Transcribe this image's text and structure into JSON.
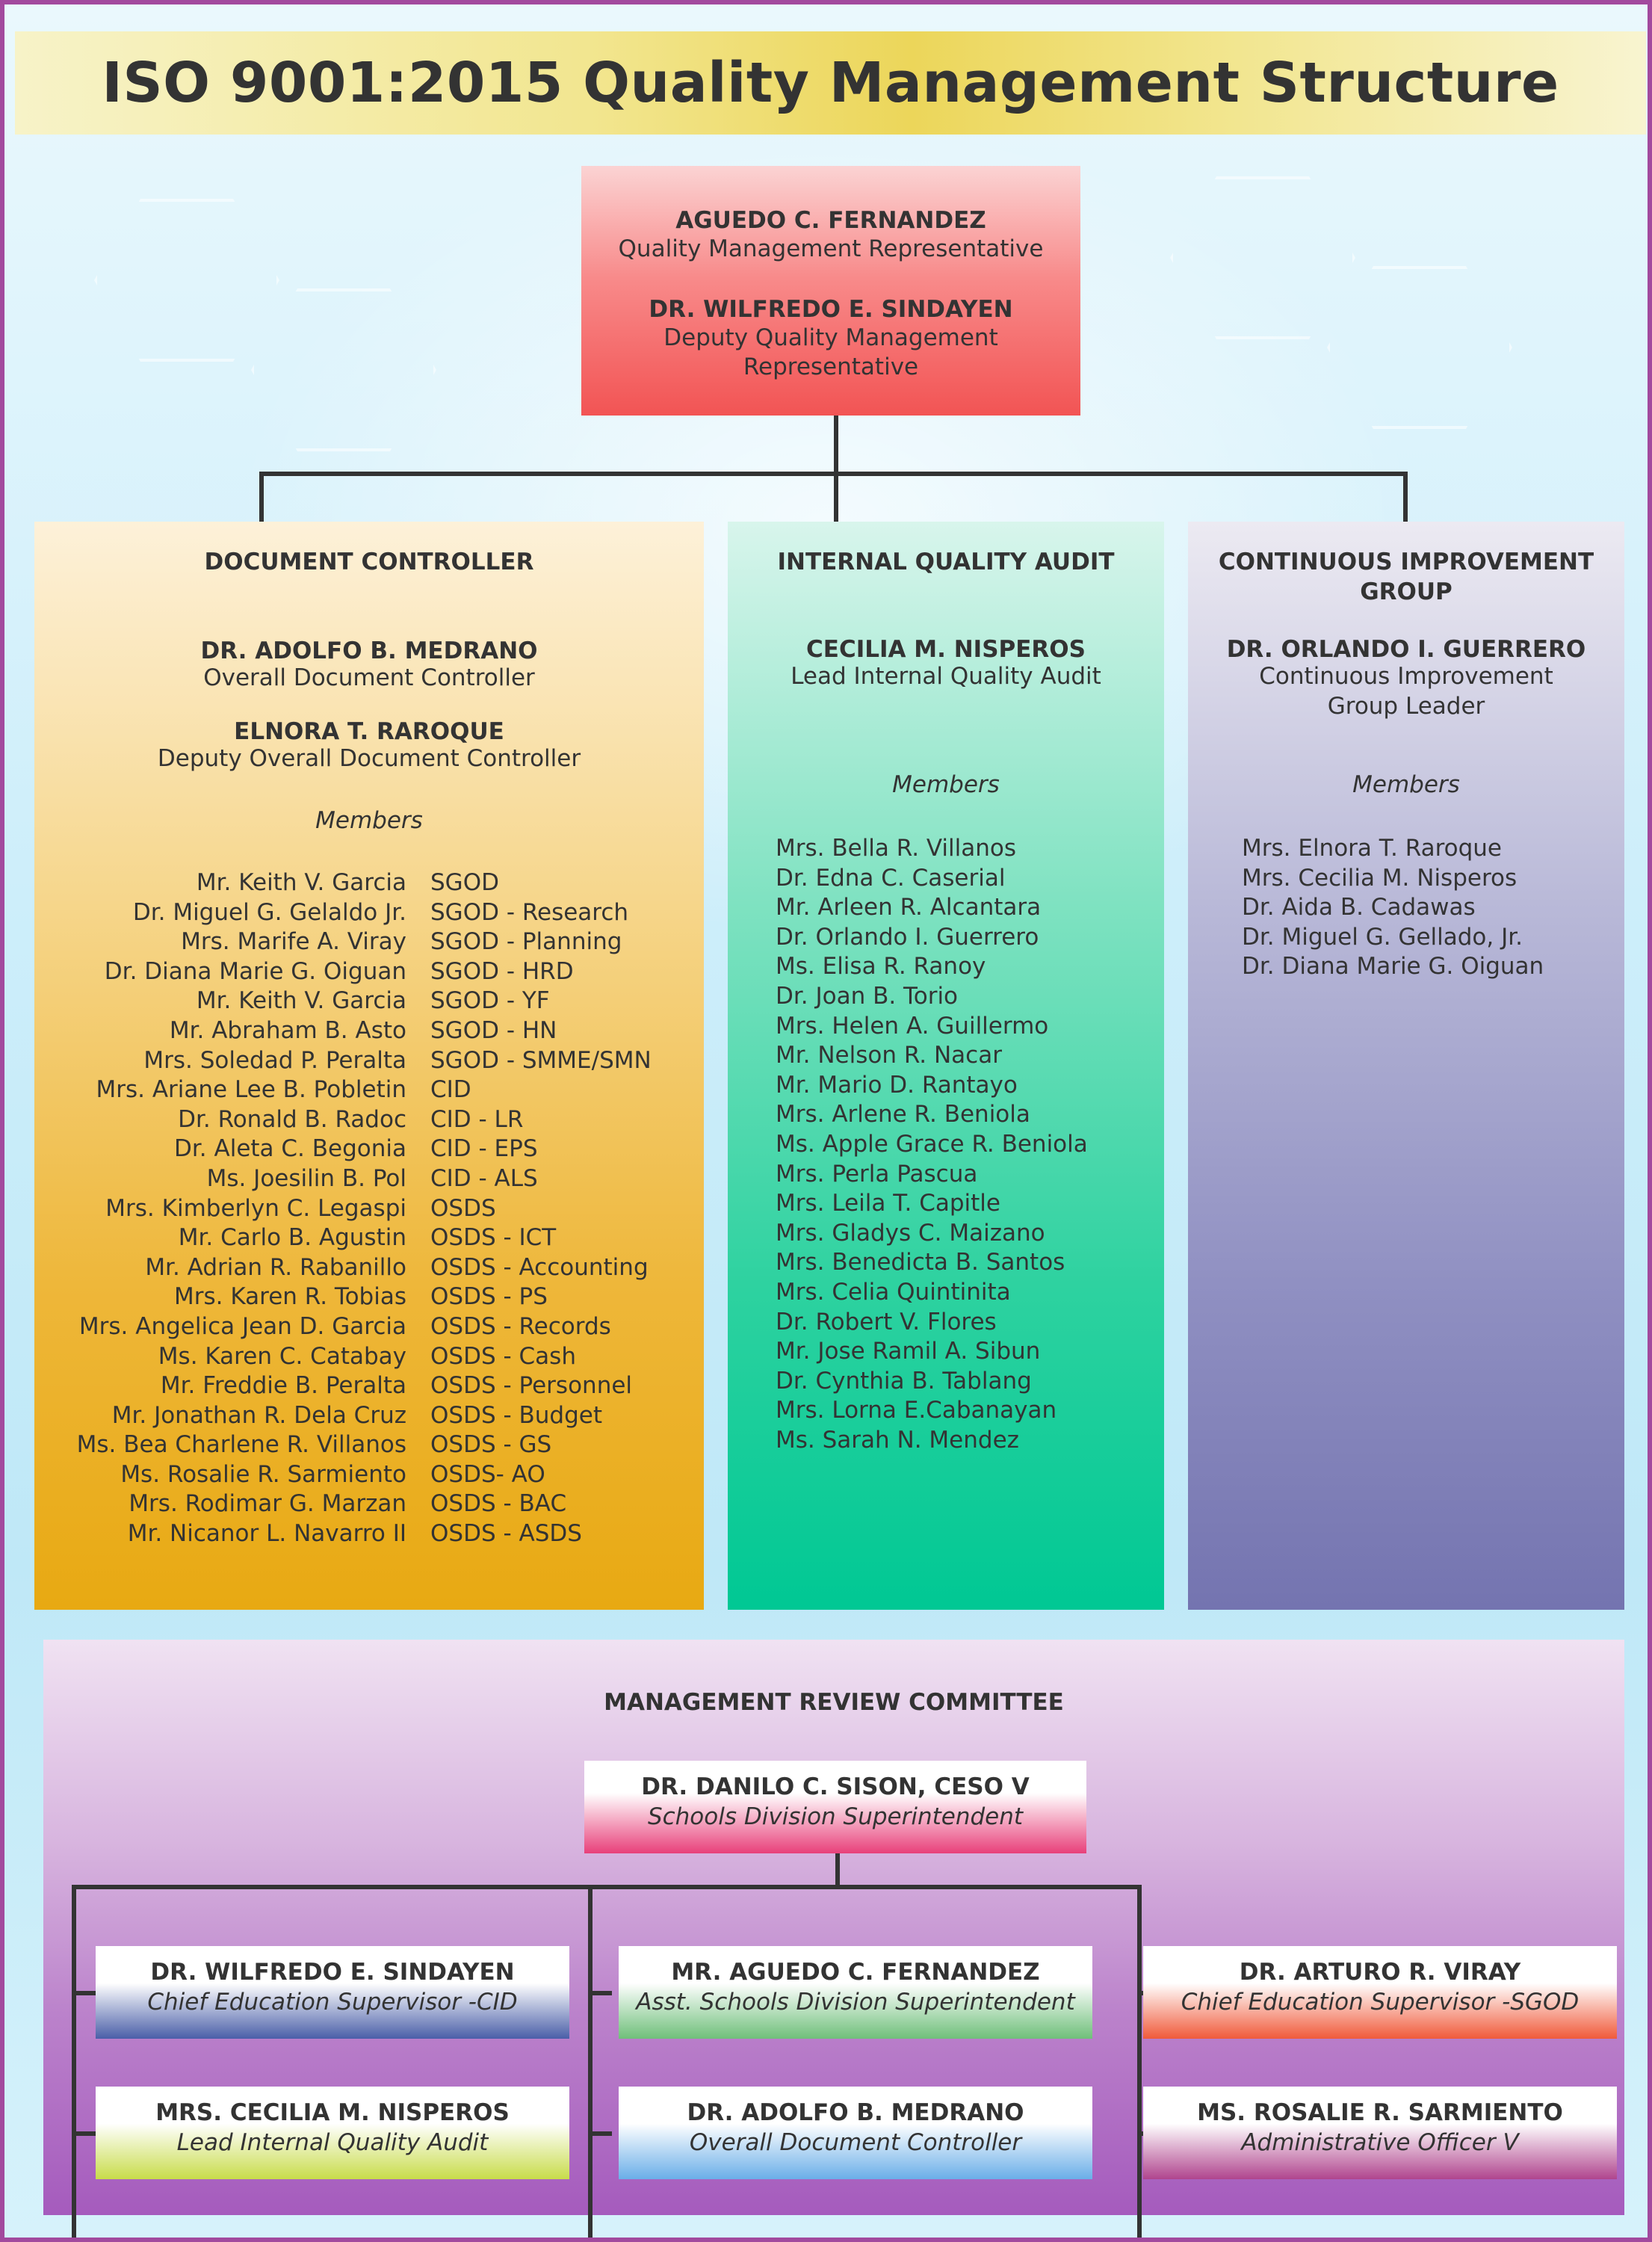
{
  "title": "ISO 9001:2015 Quality Management Structure",
  "top": {
    "name1": "AGUEDO C. FERNANDEZ",
    "role1": "Quality Management Representative",
    "name2": "DR. WILFREDO E. SINDAYEN",
    "role2_line1": "Deputy Quality Management",
    "role2_line2": "Representative"
  },
  "document_controller": {
    "heading": "DOCUMENT CONTROLLER",
    "lead_name": "DR. ADOLFO B. MEDRANO",
    "lead_role": "Overall Document Controller",
    "deputy_name": "ELNORA T. RAROQUE",
    "deputy_role": "Deputy Overall Document Controller",
    "members_label": "Members",
    "members": [
      {
        "name": "Mr. Keith V. Garcia",
        "unit": "SGOD"
      },
      {
        "name": "Dr. Miguel G. Gelaldo Jr.",
        "unit": "SGOD - Research"
      },
      {
        "name": "Mrs. Marife A. Viray",
        "unit": "SGOD - Planning"
      },
      {
        "name": "Dr. Diana Marie G. Oiguan",
        "unit": "SGOD - HRD"
      },
      {
        "name": "Mr. Keith V. Garcia",
        "unit": "SGOD - YF"
      },
      {
        "name": "Mr. Abraham B. Asto",
        "unit": "SGOD - HN"
      },
      {
        "name": "Mrs. Soledad P. Peralta",
        "unit": "SGOD - SMME/SMN"
      },
      {
        "name": "Mrs. Ariane Lee B. Pobletin",
        "unit": "CID"
      },
      {
        "name": "Dr. Ronald B. Radoc",
        "unit": "CID - LR"
      },
      {
        "name": "Dr. Aleta C. Begonia",
        "unit": "CID - EPS"
      },
      {
        "name": "Ms. Joesilin B. Pol",
        "unit": "CID - ALS"
      },
      {
        "name": "Mrs. Kimberlyn C. Legaspi",
        "unit": "OSDS"
      },
      {
        "name": "Mr. Carlo B. Agustin",
        "unit": "OSDS - ICT"
      },
      {
        "name": "Mr. Adrian R. Rabanillo",
        "unit": "OSDS - Accounting"
      },
      {
        "name": "Mrs. Karen R. Tobias",
        "unit": "OSDS - PS"
      },
      {
        "name": "Mrs. Angelica Jean D. Garcia",
        "unit": "OSDS - Records"
      },
      {
        "name": "Ms. Karen C. Catabay",
        "unit": "OSDS - Cash"
      },
      {
        "name": "Mr. Freddie B. Peralta",
        "unit": "OSDS - Personnel"
      },
      {
        "name": "Mr. Jonathan R. Dela Cruz",
        "unit": "OSDS - Budget"
      },
      {
        "name": "Ms. Bea Charlene R. Villanos",
        "unit": "OSDS - GS"
      },
      {
        "name": "Ms. Rosalie R. Sarmiento",
        "unit": "OSDS- AO"
      },
      {
        "name": "Mrs. Rodimar G. Marzan",
        "unit": "OSDS - BAC"
      },
      {
        "name": "Mr. Nicanor L. Navarro II",
        "unit": "OSDS - ASDS"
      }
    ]
  },
  "internal_audit": {
    "heading": "INTERNAL QUALITY AUDIT",
    "lead_name": "CECILIA M. NISPEROS",
    "lead_role": "Lead Internal Quality Audit",
    "members_label": "Members",
    "members": [
      "Mrs. Bella R. Villanos",
      "Dr. Edna C. Caserial",
      "Mr. Arleen R. Alcantara",
      "Dr. Orlando I. Guerrero",
      "Ms. Elisa R. Ranoy",
      "Dr. Joan B. Torio",
      "Mrs. Helen A. Guillermo",
      "Mr. Nelson R. Nacar",
      "Mr. Mario D. Rantayo",
      "Mrs. Arlene R. Beniola",
      "Ms. Apple Grace R. Beniola",
      "Mrs. Perla Pascua",
      "Mrs. Leila T. Capitle",
      "Mrs. Gladys C. Maizano",
      "Mrs. Benedicta B. Santos",
      "Mrs. Celia Quintinita",
      "Dr. Robert V. Flores",
      "Mr. Jose Ramil A. Sibun",
      "Dr. Cynthia B. Tablang",
      "Mrs. Lorna E.Cabanayan",
      "Ms. Sarah N. Mendez"
    ]
  },
  "continuous_improvement": {
    "heading_line1": "CONTINUOUS IMPROVEMENT",
    "heading_line2": "GROUP",
    "lead_name": "DR. ORLANDO I. GUERRERO",
    "lead_role_line1": "Continuous Improvement",
    "lead_role_line2": "Group Leader",
    "members_label": "Members",
    "members": [
      "Mrs. Elnora T. Raroque",
      "Mrs. Cecilia M. Nisperos",
      "Dr. Aida B. Cadawas",
      "Dr. Miguel G. Gellado, Jr.",
      "Dr. Diana Marie G. Oiguan"
    ]
  },
  "management_review": {
    "heading": "MANAGEMENT REVIEW COMMITTEE",
    "head": {
      "name": "DR. DANILO C. SISON, CESO V",
      "role": "Schools Division Superintendent",
      "color": "#e8407a"
    },
    "members": [
      {
        "name": "DR. WILFREDO E. SINDAYEN",
        "role": "Chief Education Supervisor -CID",
        "color": "#4a5fa8"
      },
      {
        "name": "MR. AGUEDO C. FERNANDEZ",
        "role": "Asst. Schools Division Superintendent",
        "color": "#6fbf7a"
      },
      {
        "name": "DR. ARTURO R. VIRAY",
        "role": "Chief Education Supervisor -SGOD",
        "color": "#f05a3a"
      },
      {
        "name": "MRS. CECILIA M. NISPEROS",
        "role": "Lead Internal Quality Audit",
        "color": "#c8dc4a"
      },
      {
        "name": "DR. ADOLFO B. MEDRANO",
        "role": "Overall Document Controller",
        "color": "#6aaee8"
      },
      {
        "name": "MS. ROSALIE R. SARMIENTO",
        "role": "Administrative Officer V",
        "color": "#b0458e"
      }
    ]
  }
}
